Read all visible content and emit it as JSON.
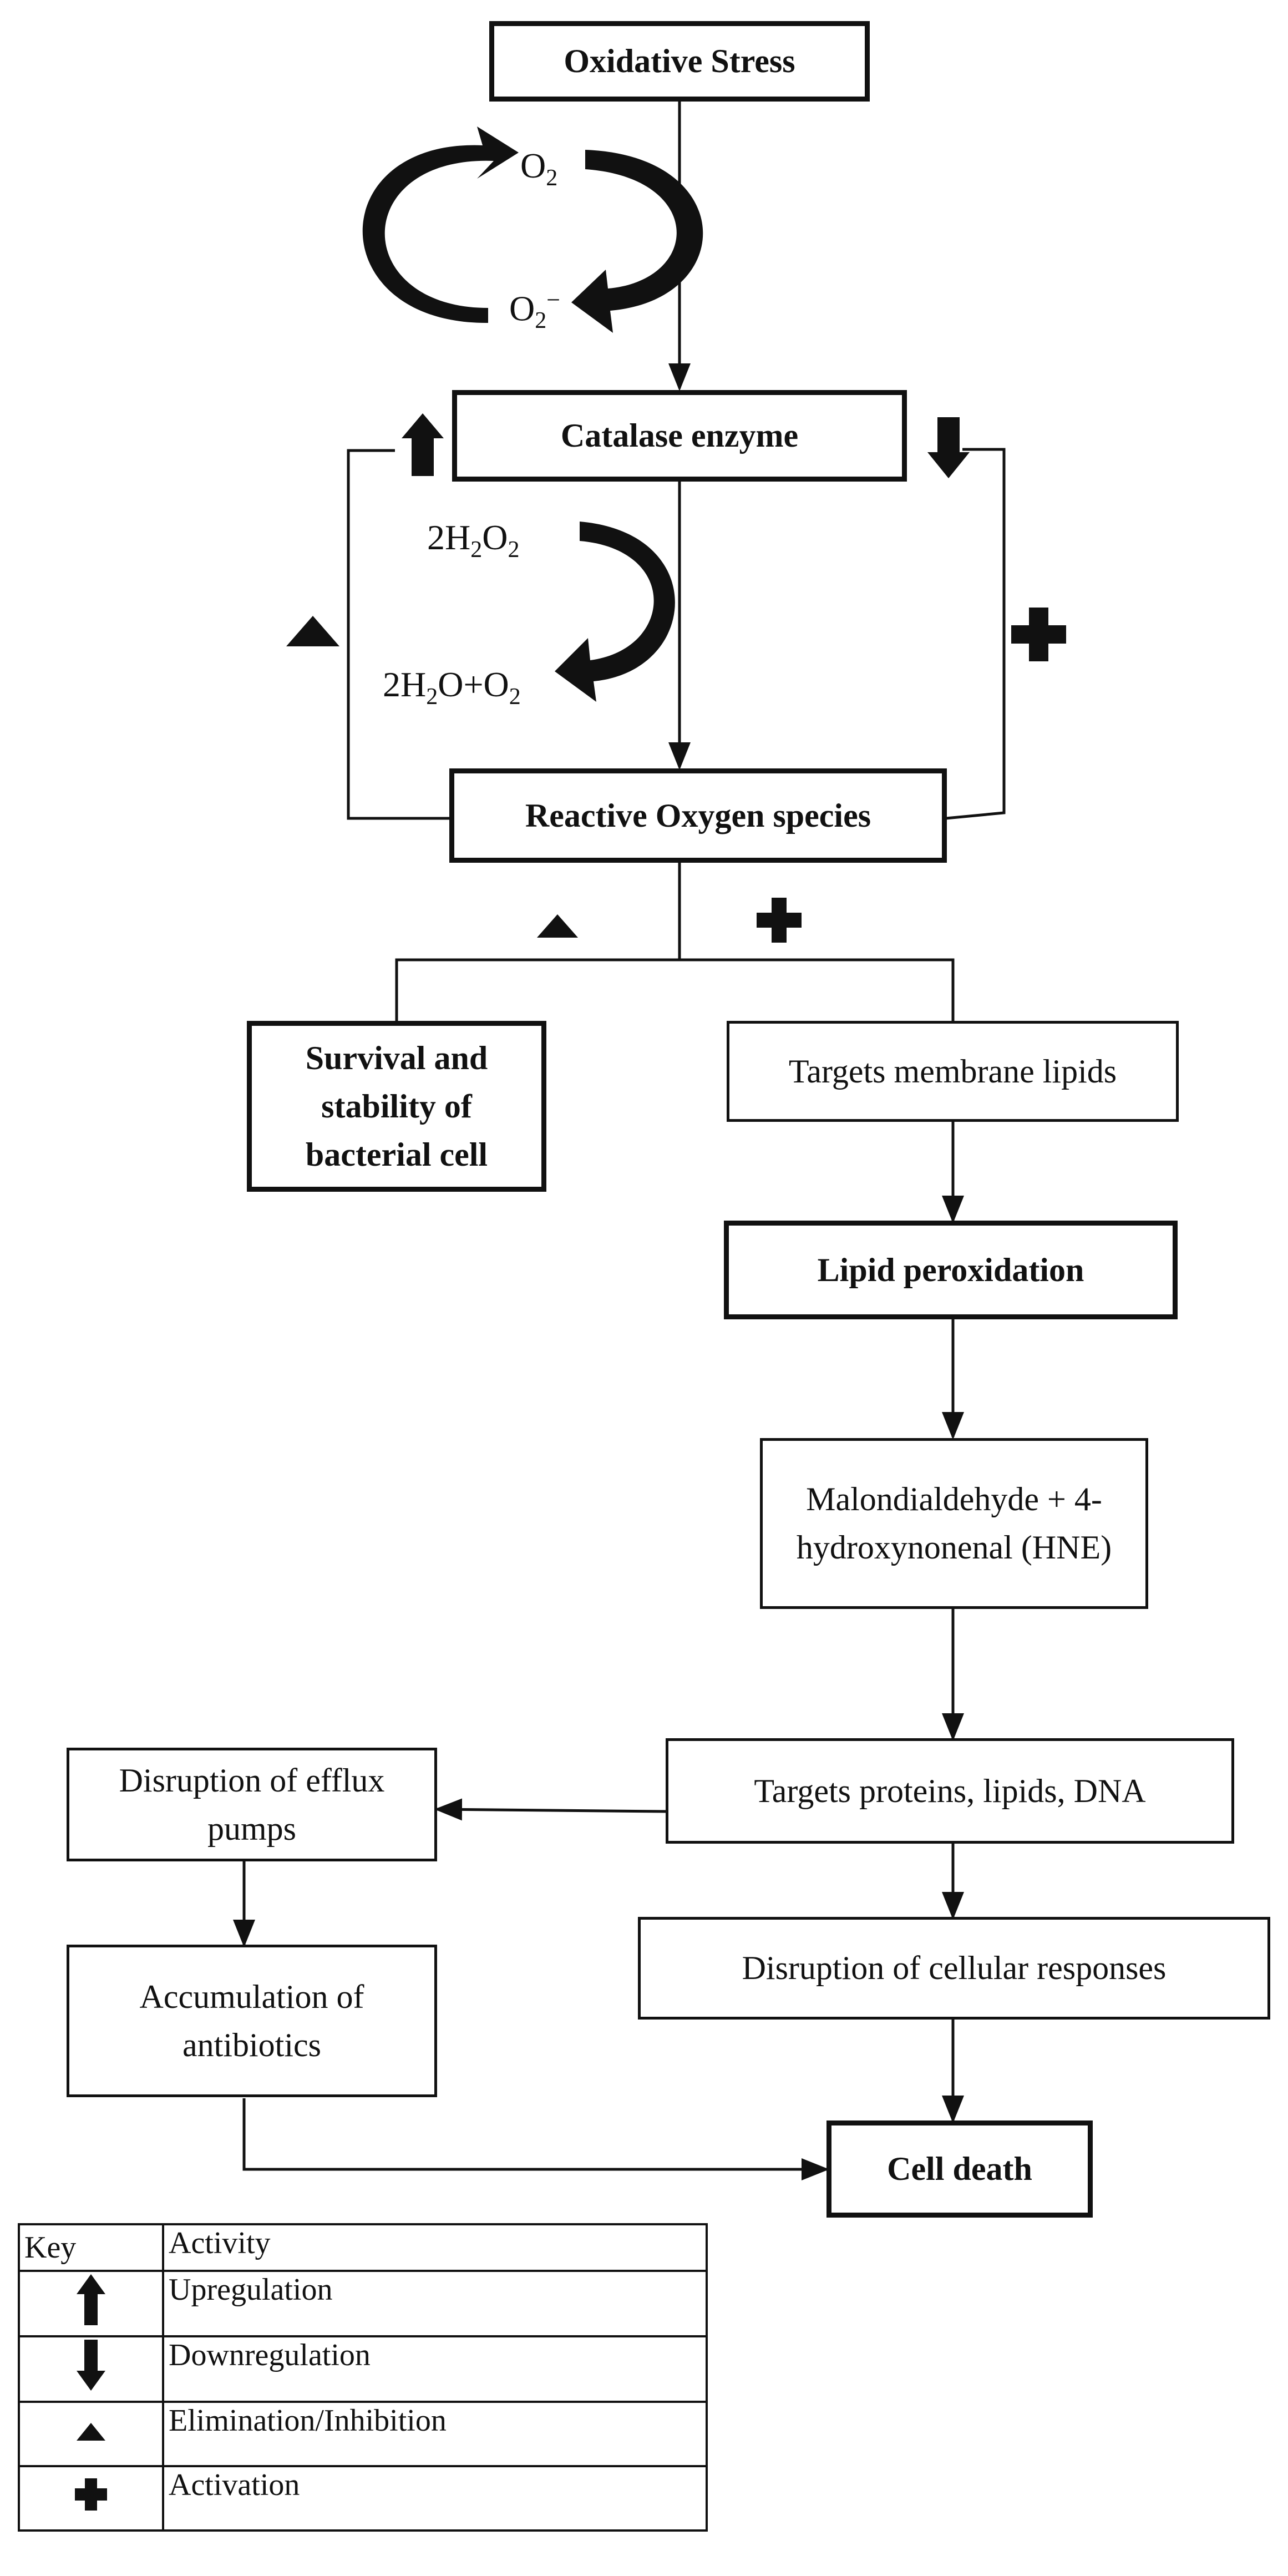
{
  "nodes": {
    "oxidative_stress": "Oxidative Stress",
    "catalase_enzyme": "Catalase enzyme",
    "ros": "Reactive Oxygen species",
    "survival": "Survival and stability of bacterial cell",
    "targets_membrane": "Targets membrane lipids",
    "lipid_peroxidation": "Lipid peroxidation",
    "malondialdehyde": "Malondialdehyde + 4-hydroxynonenal (HNE)",
    "targets_proteins": "Targets proteins, lipids, DNA",
    "disruption_efflux": "Disruption of efflux pumps",
    "accumulation": "Accumulation of antibiotics",
    "disruption_cellular": "Disruption of cellular responses",
    "cell_death": "Cell death"
  },
  "reaction_labels": {
    "o2_base": "O",
    "o2_sub": "2",
    "superoxide_sub": "2",
    "superoxide_sup": "−",
    "h2o2_coef": "2H",
    "h2o2_mid": "O",
    "h2o2_sub": "2",
    "h2o_coef": "2H",
    "h2o_mid": "O+O",
    "h2o_sub": "2"
  },
  "legend": {
    "header_key": "Key",
    "header_activity": "Activity",
    "rows": [
      {
        "symbol": "arrow-up",
        "label": "Upregulation"
      },
      {
        "symbol": "arrow-down",
        "label": "Downregulation"
      },
      {
        "symbol": "triangle",
        "label": "Elimination/Inhibition"
      },
      {
        "symbol": "plus",
        "label": "Activation"
      }
    ]
  }
}
